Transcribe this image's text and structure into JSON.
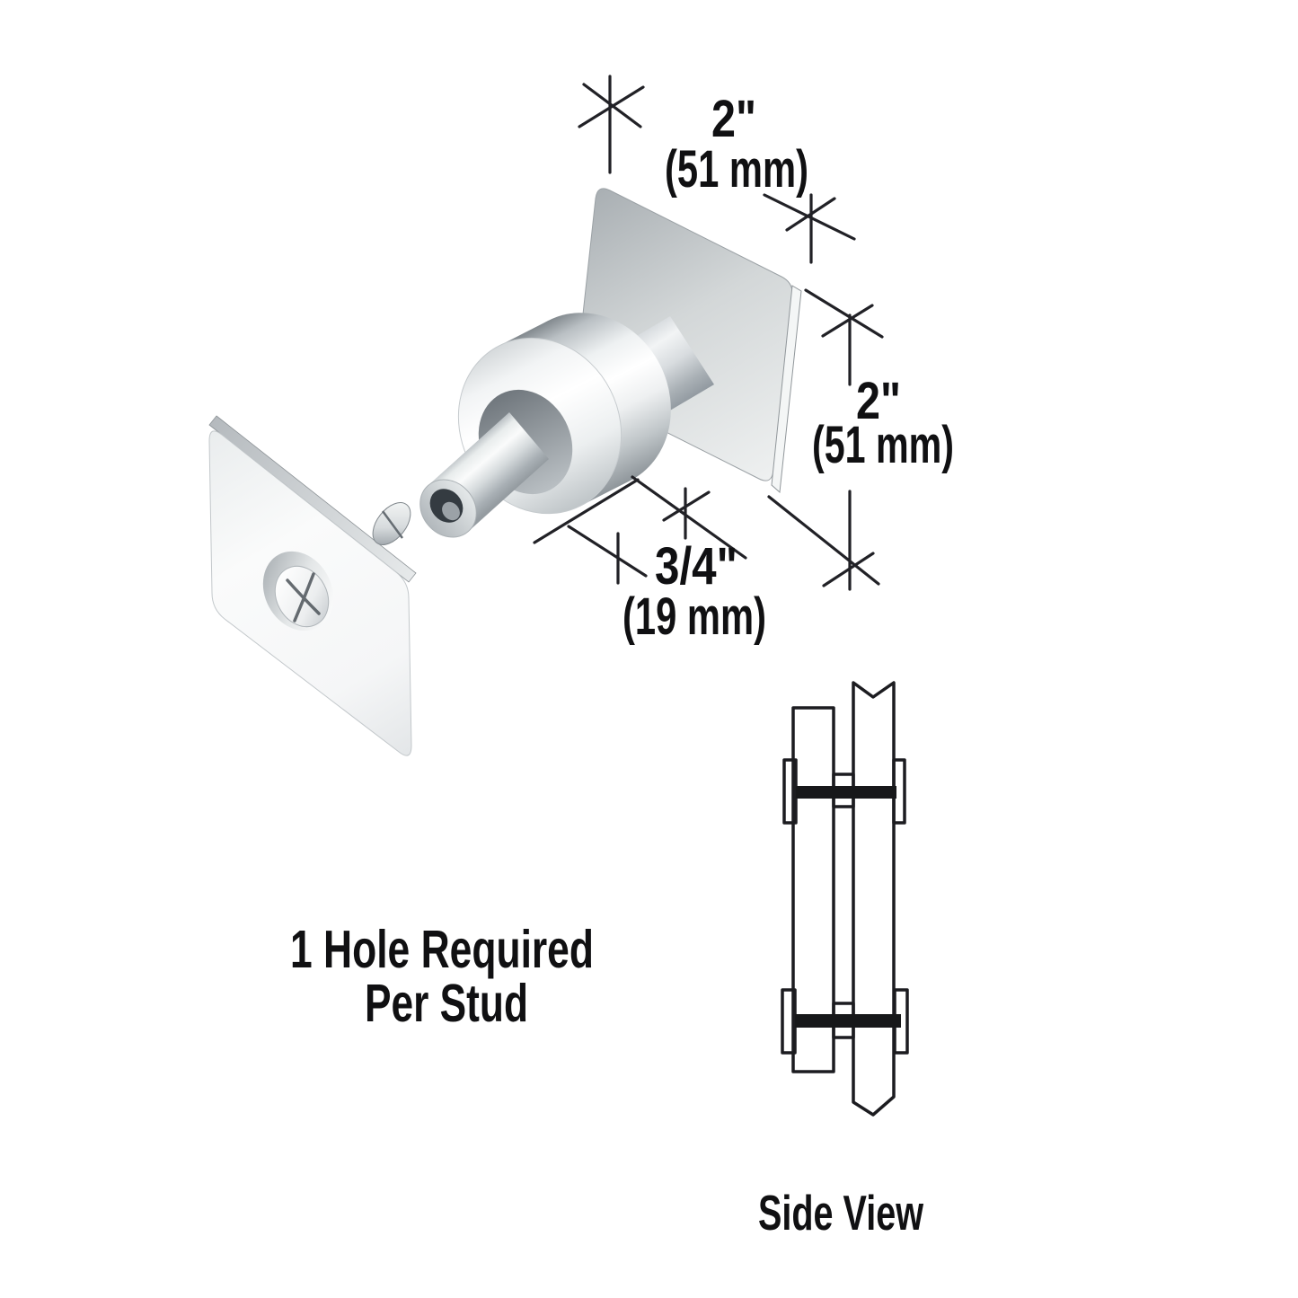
{
  "figure": {
    "title": "glass-mounted standoff stud exploded diagram",
    "dimensions": {
      "width": {
        "value": "2\"",
        "metric": "(51 mm)"
      },
      "height": {
        "value": "2\"",
        "metric": "(51 mm)"
      },
      "depth": {
        "value": "3/4\"",
        "metric": "(19 mm)"
      }
    },
    "note": {
      "line1": "1 Hole Required",
      "line2": "Per Stud"
    },
    "side_view": {
      "label": "Side View"
    }
  },
  "colors": {
    "background": "#ffffff",
    "line": "#212126",
    "text": "#101012",
    "chrome_highlight": "#ffffff",
    "chrome_mid": "#c9ced1",
    "chrome_shadow": "#8d9499",
    "plate_gray": "#b9bec2"
  }
}
